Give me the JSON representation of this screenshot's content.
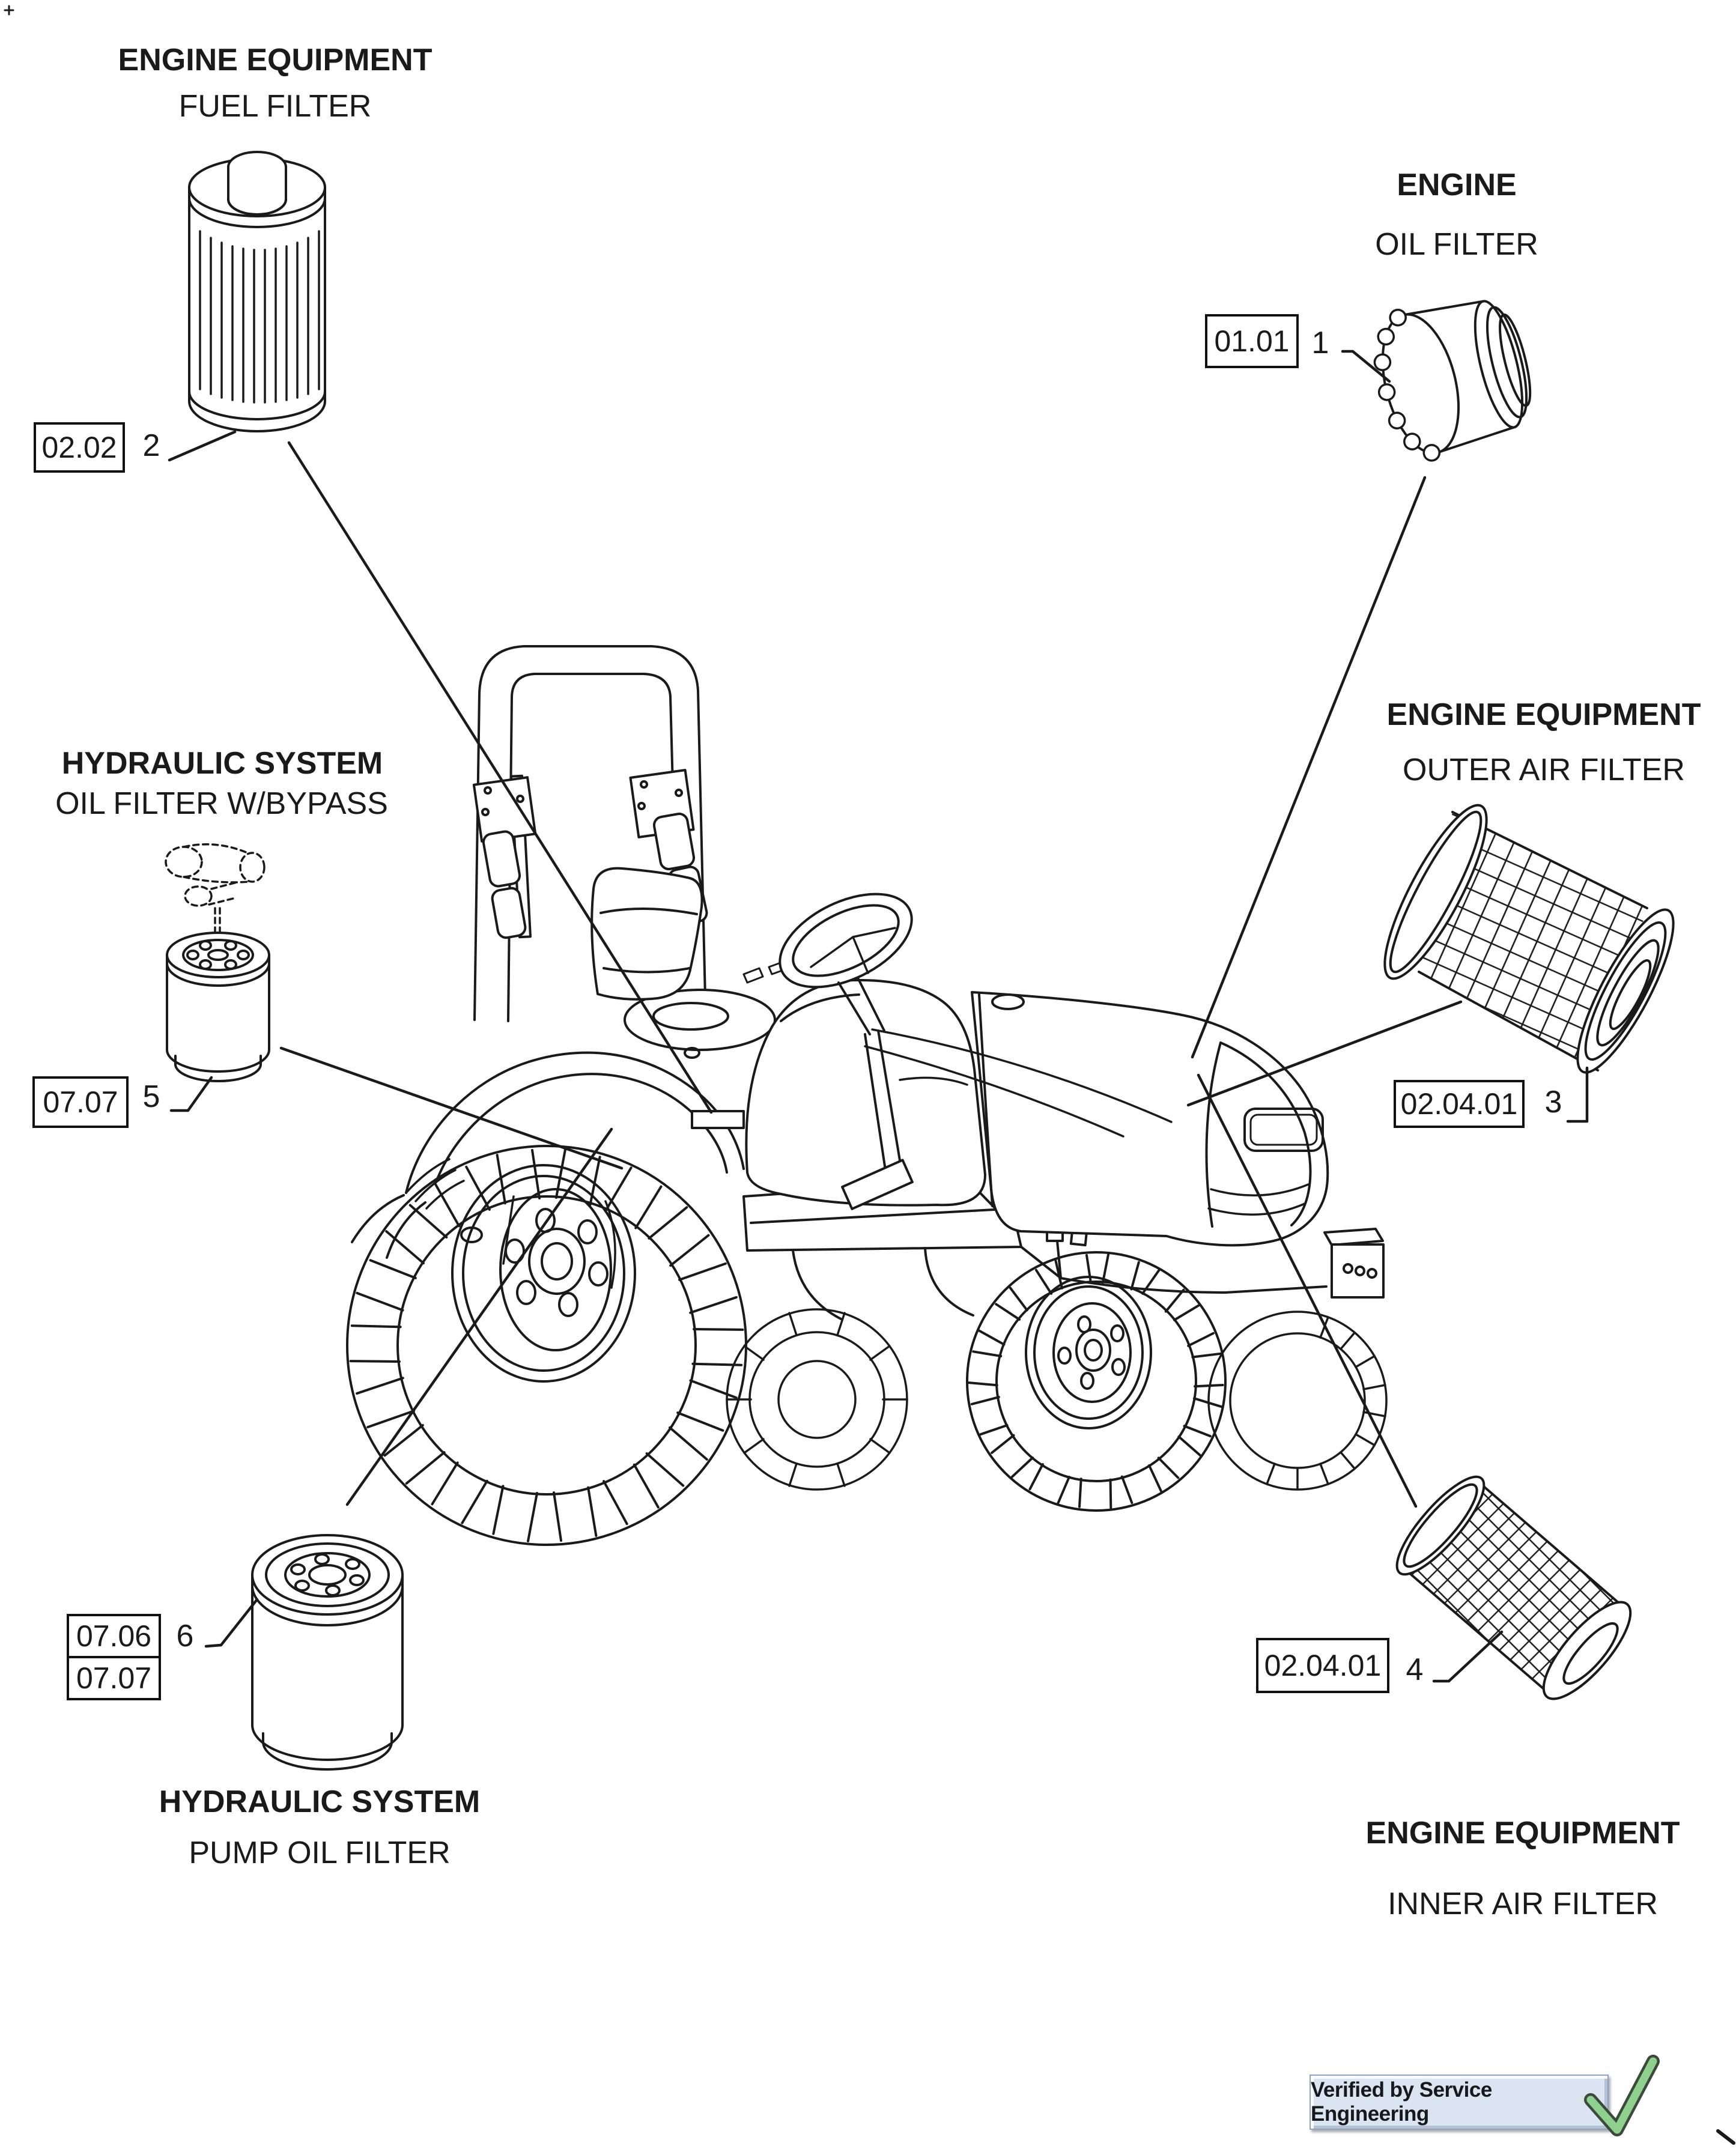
{
  "page": {
    "background": "#ffffff",
    "ink": "#1a1a1a",
    "description": "Tractor maintenance filters location diagram"
  },
  "callouts": {
    "fuel": {
      "title": "ENGINE EQUIPMENT",
      "subtitle": "FUEL FILTER",
      "ref_code": "02.02",
      "item_no": "2"
    },
    "engine_oil": {
      "title": "ENGINE",
      "subtitle": "OIL FILTER",
      "ref_code": "01.01",
      "item_no": "1"
    },
    "outer_air": {
      "title": "ENGINE EQUIPMENT",
      "subtitle": "OUTER AIR FILTER",
      "ref_code": "02.04.01",
      "item_no": "3"
    },
    "inner_air": {
      "title": "ENGINE EQUIPMENT",
      "subtitle": "INNER AIR FILTER",
      "ref_code": "02.04.01",
      "item_no": "4"
    },
    "bypass_oil": {
      "title": "HYDRAULIC SYSTEM",
      "subtitle": "OIL FILTER W/BYPASS",
      "ref_code": "07.07",
      "item_no": "5"
    },
    "pump_oil": {
      "title": "HYDRAULIC SYSTEM",
      "subtitle": "PUMP OIL FILTER",
      "ref_codes": [
        "07.06",
        "07.07"
      ],
      "item_no": "6"
    }
  },
  "badge": {
    "label": "Verified by Service Engineering",
    "fill": "#dbe4f1",
    "check_color": "#8fd08f"
  },
  "illustrations": {
    "fuel_filter": "pleated-cartridge-filter",
    "engine_oil_filter": "spin-on-canister-tilted",
    "outer_air_filter": "mesh-cone-element",
    "inner_air_filter": "mesh-cylinder-element",
    "bypass_oil_filter": "spin-on-canister-with-phantom-head",
    "pump_oil_filter": "spin-on-canister-top-view",
    "vehicle": "compact-tractor-line-art"
  }
}
